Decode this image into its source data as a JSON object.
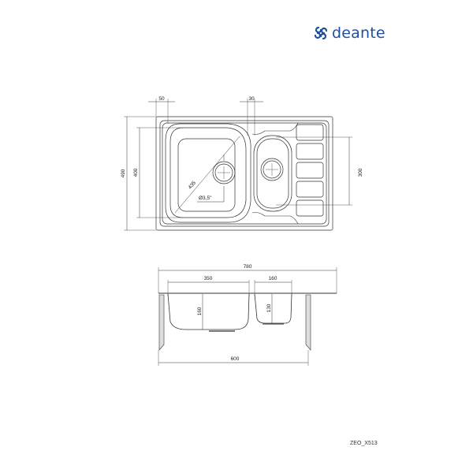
{
  "brand": {
    "name": "deante",
    "icon": "deante-logo-icon",
    "color": "#1f4f9c"
  },
  "top_view": {
    "dimensions": {
      "overall_depth": "490",
      "bowl_depth": "400",
      "small_bowl_depth": "300",
      "left_edge_offset": "50",
      "divider_offset": "30",
      "diagonal": "435",
      "drain_diameter": "Ø3,5\""
    }
  },
  "side_view": {
    "dimensions": {
      "overall_width": "780",
      "large_bowl_width": "350",
      "small_bowl_width": "160",
      "large_bowl_height": "160",
      "small_bowl_height": "130",
      "cabinet_width": "600"
    }
  },
  "model_code": "ZEO_X513",
  "line_color": "#333333"
}
